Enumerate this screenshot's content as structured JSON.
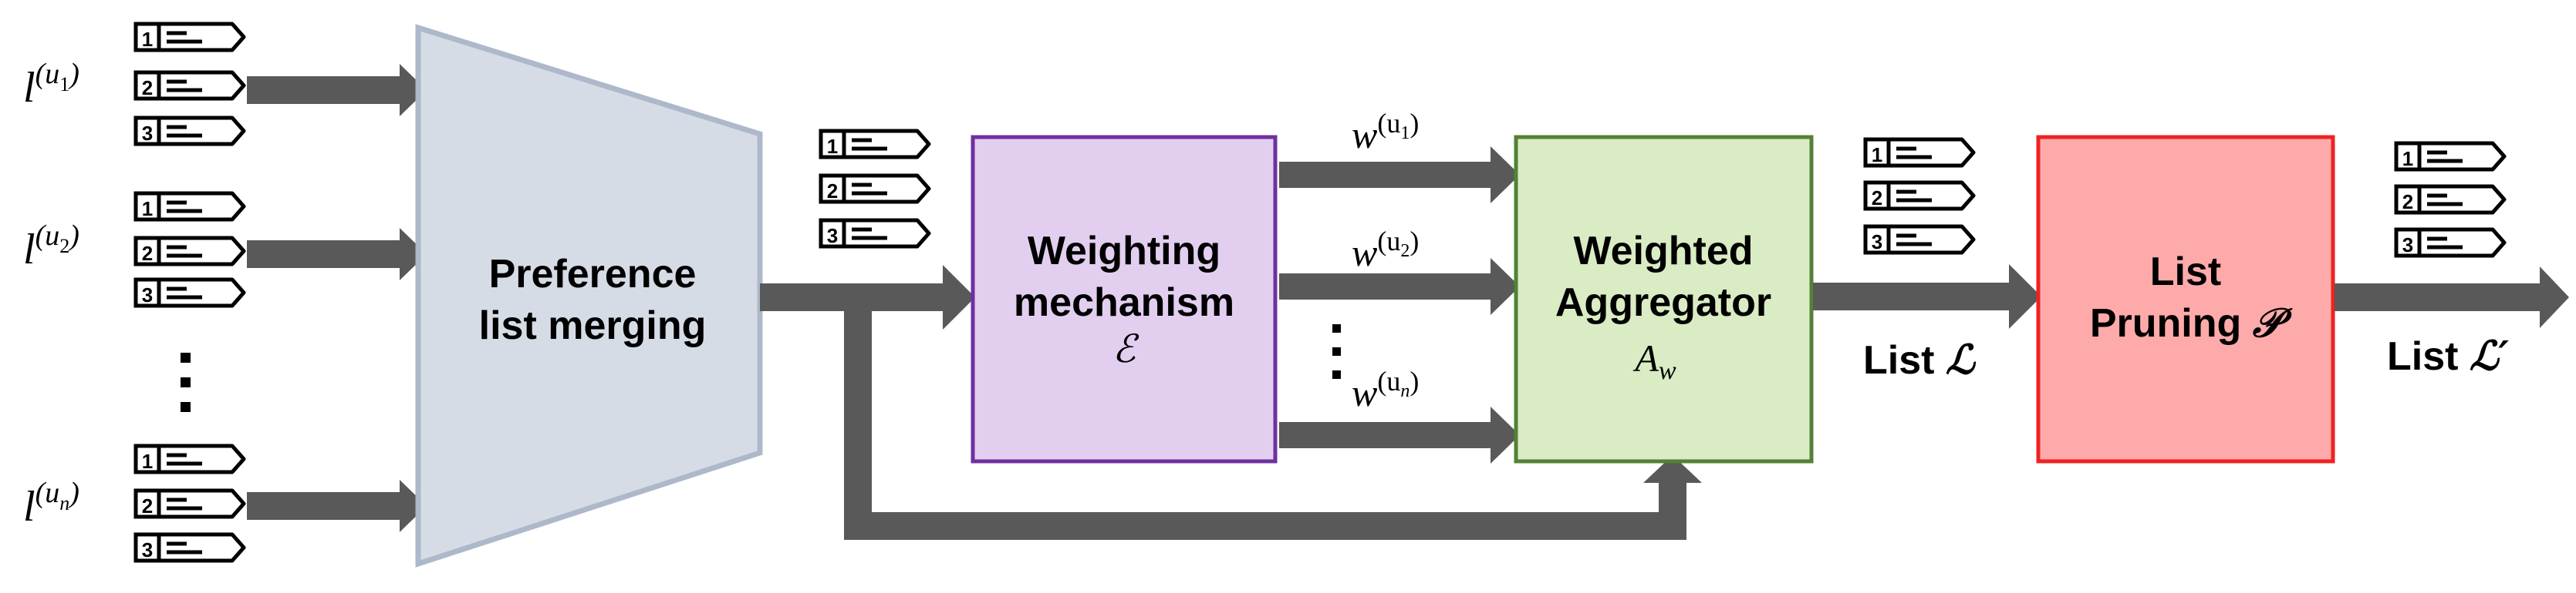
{
  "inputs": [
    {
      "label": "l",
      "sup": "(u",
      "sub": "1",
      "close": ")"
    },
    {
      "label": "l",
      "sup": "(u",
      "sub": "2",
      "close": ")"
    },
    {
      "label": "l",
      "sup": "(u",
      "sub": "n",
      "close": ")"
    }
  ],
  "list_numbers": [
    "1",
    "2",
    "3"
  ],
  "ellipsis": "⋮",
  "merge": {
    "line1": "Preference",
    "line2": "list merging"
  },
  "weighting": {
    "line1": "Weighting",
    "line2": "mechanism",
    "symbol": "ℰ"
  },
  "weights": [
    {
      "label": "w",
      "sup": "(u",
      "sub": "1",
      "close": ")"
    },
    {
      "label": "w",
      "sup": "(u",
      "sub": "2",
      "close": ")"
    },
    {
      "label": "w",
      "sup": "(u",
      "sub": "n",
      "close": ")"
    }
  ],
  "aggregator": {
    "line1": "Weighted",
    "line2": "Aggregator",
    "symbol": "A",
    "sub": "w"
  },
  "list_out": {
    "text": "List ",
    "symbol": "ℒ"
  },
  "pruning": {
    "line1": "List",
    "line2": "Pruning ",
    "symbol": "𝒫"
  },
  "final_out": {
    "text": "List ",
    "symbol": "ℒ′"
  },
  "colors": {
    "arrow": "#595959",
    "merge_fill": "#d6dce5",
    "merge_stroke": "#adb9ca",
    "weighting_fill": "#e2cff0",
    "weighting_stroke": "#7030a0",
    "aggregator_fill": "#d9ecc3",
    "aggregator_stroke": "#538135",
    "pruning_fill": "#ffaaaa",
    "pruning_stroke": "#ee2222"
  }
}
